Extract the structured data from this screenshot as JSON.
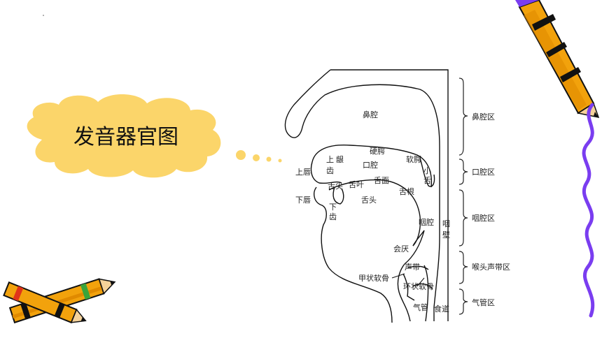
{
  "title": "发音器官图",
  "colors": {
    "cloud": "#fbd56a",
    "purple": "#7a3df0",
    "pencil_orange": "#f2a20c",
    "pencil_red": "#e0341a",
    "pencil_green": "#3aa43a"
  },
  "labels": {
    "nasal_cavity": "鼻腔",
    "hard_palate": "硬腭",
    "upper_teeth": "上齿",
    "upper_teeth_char": "上",
    "upper_teeth_char2": "齿",
    "gum": "龈",
    "soft_palate": "软腭",
    "oral_cavity": "口腔",
    "uvula_1": "小",
    "uvula_2": "舌",
    "upper_lip": "上唇",
    "tongue_tip": "舌尖",
    "tongue_blade": "舌叶",
    "tongue_surface": "舌面",
    "tongue_root": "舌根",
    "lower_lip": "下唇",
    "lower_teeth_1": "下",
    "lower_teeth_2": "齿",
    "tongue_head": "舌头",
    "pharynx_cavity": "咽腔",
    "pharynx_wall_1": "咽",
    "pharynx_wall_2": "壁",
    "epiglottis": "会厌",
    "vocal_cords": "声带",
    "thyroid_cartilage": "甲状软骨",
    "cricoid_cartilage": "环状软骨",
    "trachea": "气管",
    "esophagus": "食道"
  },
  "regions": {
    "nasal": "鼻腔区",
    "oral": "口腔区",
    "pharynx": "咽腔区",
    "larynx": "喉头声带区",
    "trachea": "气管区"
  }
}
